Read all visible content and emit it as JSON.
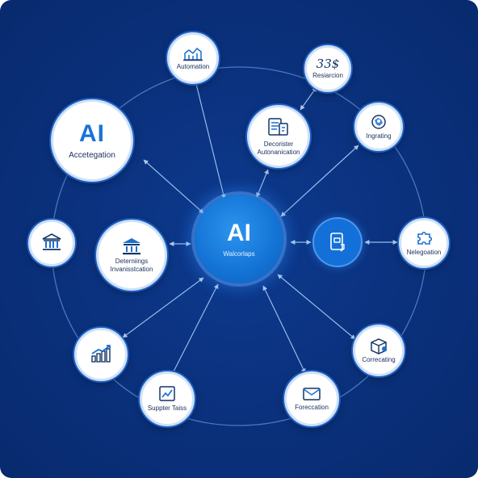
{
  "hub": {
    "title": "AI",
    "label": "Walcorlaps"
  },
  "acceleration": {
    "title": "AI",
    "label": "Accetegation"
  },
  "automation": {
    "label": "Automation"
  },
  "research": {
    "label": "Resiarcion",
    "glyph": "33$"
  },
  "document_automation": {
    "label": "Decorister\nAutonanication"
  },
  "ingrating": {
    "label": "Ingrating"
  },
  "banking": {
    "label": ""
  },
  "investment": {
    "label": "Deterniings\nInvanisstcation"
  },
  "negotiation": {
    "label": "Nelegoation"
  },
  "tablet": {
    "label": ""
  },
  "growth": {
    "label": ""
  },
  "supporter": {
    "label": "Suppter Taiss"
  },
  "forecasting": {
    "label": "Foreccation"
  },
  "connecting": {
    "label": "Correcating"
  },
  "colors": {
    "background": "#0b327f",
    "hub": "#1372d4",
    "link": "#9cc3f2",
    "node_border": "#cfe0f6",
    "accent": "#1a73d6"
  }
}
